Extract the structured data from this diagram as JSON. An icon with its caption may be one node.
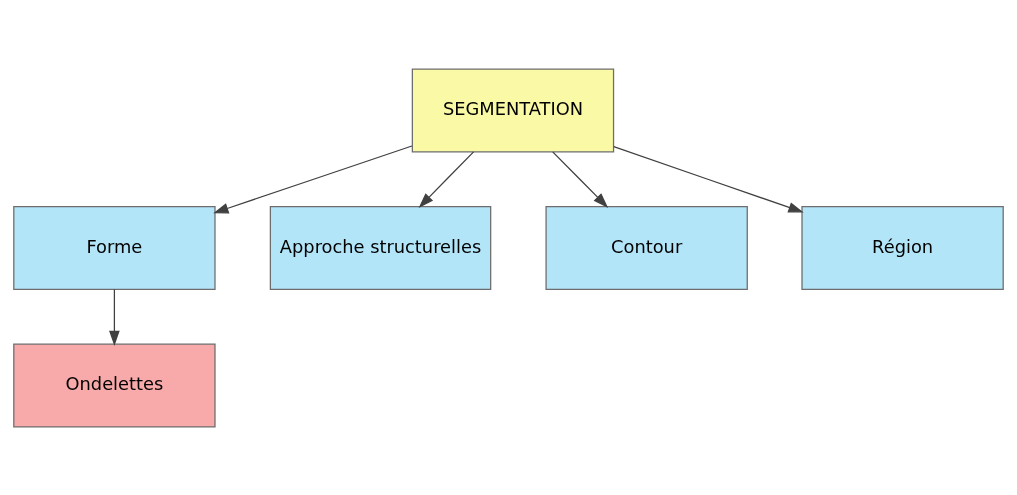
{
  "diagram": {
    "nodes": [
      {
        "text": [
          "Forme"
        ]
      },
      {
        "text": [
          "Ondelettes"
        ]
      },
      {
        "text": [
          "Approche structurelles"
        ]
      },
      {
        "text": [
          "SEGMENTATION"
        ]
      },
      {
        "text": [
          "Contour"
        ]
      },
      {
        "text": [
          "Région"
        ]
      }
    ],
    "edges": [
      {
        "from": 3,
        "to": 0,
        "arrow": "to"
      },
      {
        "from": 0,
        "to": 1,
        "arrow": "to"
      },
      {
        "from": 3,
        "to": 2,
        "arrow": "to"
      },
      {
        "from": 3,
        "to": 4,
        "arrow": "to"
      },
      {
        "from": 3,
        "to": 5,
        "arrow": "to"
      }
    ]
  }
}
